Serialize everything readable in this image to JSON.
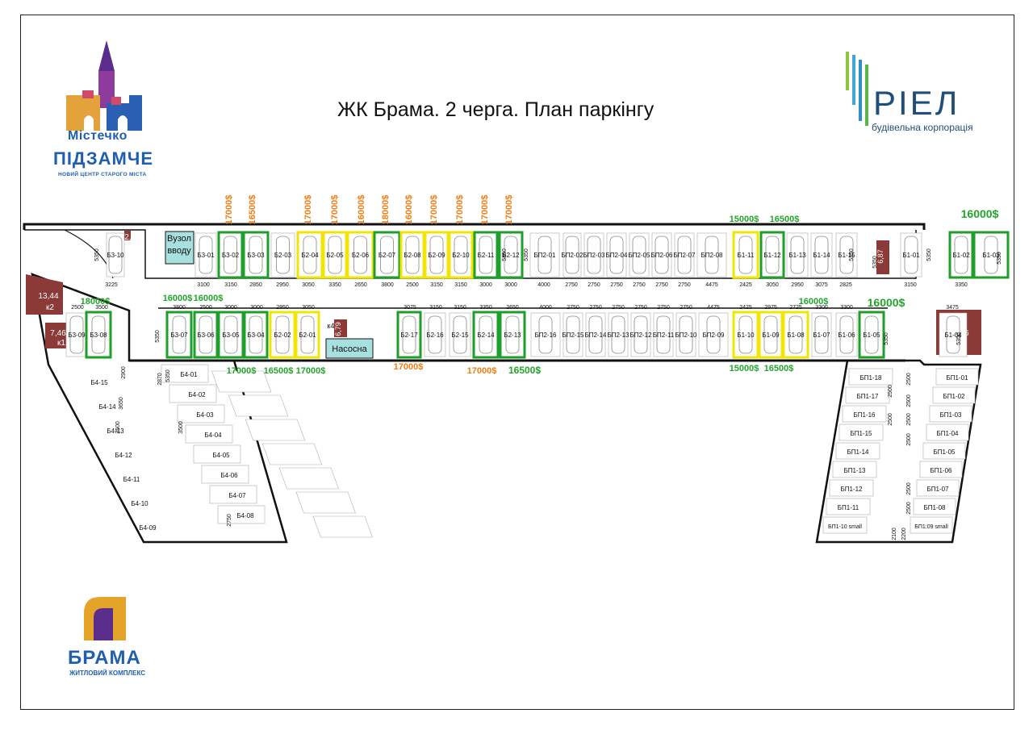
{
  "title": "ЖК Брама. 2 черга. План паркінгу",
  "logo_left": {
    "line1": "Містечко",
    "line2": "ПІДЗАМЧЕ",
    "sub": "НОВИЙ ЦЕНТР СТАРОГО МІСТА"
  },
  "logo_right": {
    "name": "РІЕЛ",
    "sub": "будівельна корпорація"
  },
  "logo_bottom": {
    "name": "БРАМА",
    "sub": "ЖИТЛОВИЙ КОМПЛЕКС"
  },
  "colors": {
    "available": "#1e9e2a",
    "reserved": "#f2e600",
    "price_orange": "#f07d13",
    "price_green": "#22a52b",
    "storage": "#8b3a37",
    "technical": "#a8e0e0"
  },
  "rooms": {
    "vuzol": "Вузол вводу",
    "nasosna": "Насосна",
    "k3": "к3",
    "k3_area": "2,44",
    "k2": "к2",
    "k2_area": "13,44",
    "k1": "к1",
    "k1_area": "7,46",
    "k4": "к4",
    "k4_area": "6,79",
    "k5_area": "6,87",
    "k6": "к6",
    "k6_area": "16,66"
  },
  "top_row": [
    "Б3-10",
    "Б3-01",
    "Б3-02",
    "Б3-03",
    "Б2-03",
    "Б2-04",
    "Б2-05",
    "Б2-06",
    "Б2-07",
    "Б2-08",
    "Б2-09",
    "Б2-10",
    "Б2-11",
    "Б2-12",
    "БП2-01",
    "БП2-02",
    "БП2-03",
    "БП2-04",
    "БП2-05",
    "БП2-06",
    "БП2-07",
    "БП2-08",
    "Б1-11",
    "Б1-12",
    "Б1-13",
    "Б1-14",
    "Б1-15",
    "Б1-01",
    "Б1-02",
    "Б1-03"
  ],
  "middle_row": [
    "Б3-09",
    "Б3-08",
    "Б3-07",
    "Б3-06",
    "Б3-05",
    "Б3-04",
    "Б2-02",
    "Б2-01",
    "Б2-17",
    "Б2-16",
    "Б2-15",
    "Б2-14",
    "Б2-13",
    "БП2-16",
    "БП2-15",
    "БП2-14",
    "БП2-13",
    "БП2-12",
    "БП2-11",
    "БП2-10",
    "БП2-09",
    "Б1-10",
    "Б1-09",
    "Б1-08",
    "Б1-07",
    "Б1-06",
    "Б1-05",
    "Б1-04"
  ],
  "left_wing": [
    "Б4-15",
    "Б4-14",
    "Б4-13",
    "Б4-12",
    "Б4-11",
    "Б4-10",
    "Б4-09",
    "Б4-01",
    "Б4-02",
    "Б4-03",
    "Б4-04",
    "Б4-05",
    "Б4-06",
    "Б4-07",
    "Б4-08"
  ],
  "right_wing": [
    "БП1-18",
    "БП1-17",
    "БП1-16",
    "БП1-15",
    "БП1-14",
    "БП1-13",
    "БП1-12",
    "БП1-11",
    "БП1-10 small",
    "БП1-01",
    "БП1-02",
    "БП1-03",
    "БП1-04",
    "БП1-05",
    "БП1-06",
    "БП1-07",
    "БП1-08",
    "БП1:09 small"
  ],
  "prices_top": [
    "17000$",
    "16500$",
    "17000$",
    "17000$",
    "16000$",
    "18000$",
    "16000$",
    "17000$",
    "17000$",
    "17000$",
    "17000$",
    "15000$",
    "16500$",
    "16000$"
  ],
  "prices_middle": [
    "18000$",
    "16000$",
    "16000$",
    "17000$",
    "16500$",
    "17000$",
    "17000$",
    "17000$",
    "16500$",
    "15000$",
    "16500$"
  ],
  "dims_top": [
    "3225",
    "3100",
    "3150",
    "2850",
    "2950",
    "3050",
    "3350",
    "2650",
    "3800",
    "2500",
    "3150",
    "3150",
    "3000",
    "3000",
    "4000",
    "2750",
    "2750",
    "2750",
    "2750",
    "2750",
    "2750",
    "4475",
    "2425",
    "3050",
    "2950",
    "3075",
    "2825",
    "3150",
    "3350"
  ],
  "dims_middle": [
    "2500",
    "3500",
    "3800",
    "2500",
    "3000",
    "3000",
    "2950",
    "3050",
    "3075",
    "3150",
    "3150",
    "3350",
    "2650",
    "4000",
    "2750",
    "2750",
    "2750",
    "2750",
    "2750",
    "2750",
    "4475",
    "2425",
    "2975",
    "2725",
    "3300",
    "3300",
    "3475"
  ],
  "dims_side": [
    "5350",
    "5350",
    "5350",
    "5350",
    "5350",
    "5350",
    "5350",
    "5350",
    "5350",
    "5350",
    "5350"
  ],
  "dims_wing": [
    "2500",
    "2500",
    "2500",
    "2500",
    "2500",
    "2500",
    "2500",
    "2500",
    "3650",
    "3500",
    "3500",
    "2870",
    "2900",
    "2750",
    "2200",
    "2100"
  ]
}
